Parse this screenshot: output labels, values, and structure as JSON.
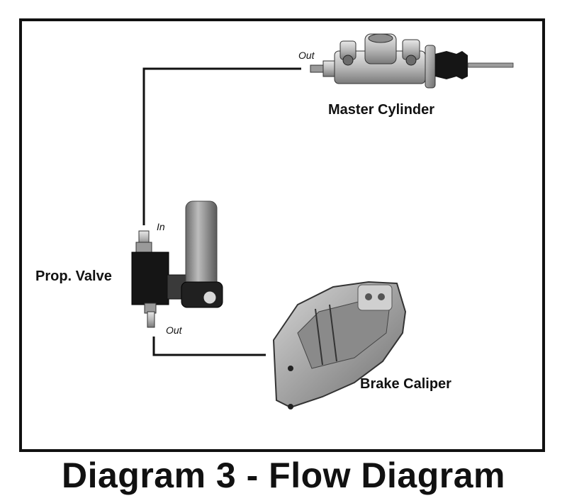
{
  "caption": "Diagram 3 - Flow Diagram",
  "components": {
    "master_cylinder": {
      "label": "Master Cylinder",
      "port_out": "Out"
    },
    "prop_valve": {
      "label": "Prop. Valve",
      "port_in": "In",
      "port_out": "Out"
    },
    "brake_caliper": {
      "label": "Brake Caliper"
    }
  }
}
